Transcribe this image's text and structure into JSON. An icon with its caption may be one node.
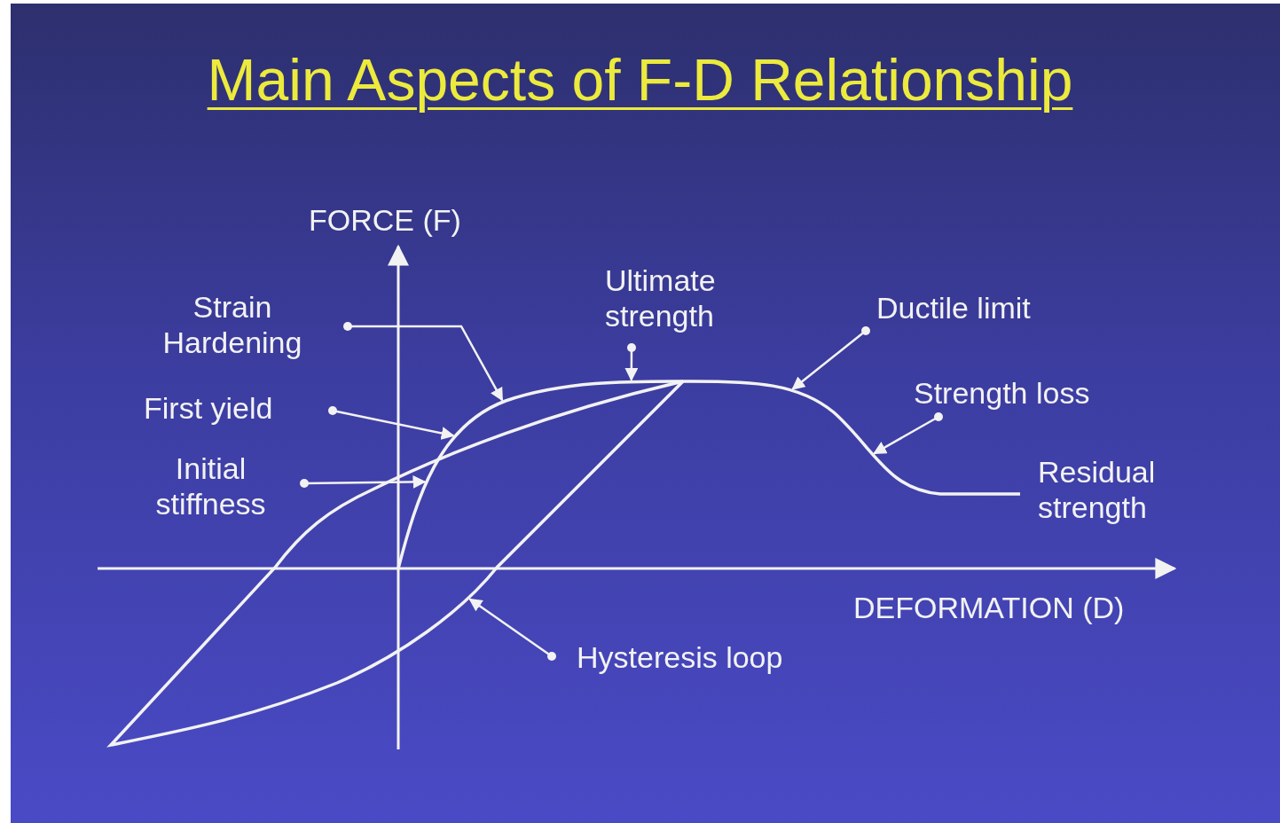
{
  "diagram": {
    "title": "Main Aspects of F-D Relationship",
    "nodes": [
      {
        "text": [
          "Strain Hardening"
        ]
      },
      {
        "text": [
          "First yield"
        ]
      },
      {
        "text": [
          "Initial stiffness"
        ]
      },
      {
        "text": [
          "Ultimate strength"
        ]
      },
      {
        "text": [
          "Ductile limit"
        ]
      },
      {
        "text": [
          "Strength loss"
        ]
      },
      {
        "text": [
          "Hysteresis loop"
        ]
      },
      {
        "text": [],
        "shape": "curve",
        "beside": [
          "Residual strength"
        ]
      },
      {
        "text": [],
        "shape": "curve"
      }
    ],
    "edges": [
      {
        "from": 0,
        "to": 7,
        "arrow": "to"
      },
      {
        "from": 1,
        "to": 7,
        "arrow": "to"
      },
      {
        "from": 2,
        "to": 7,
        "arrow": "to"
      },
      {
        "from": 3,
        "to": 7,
        "arrow": "to"
      },
      {
        "from": 4,
        "to": 7,
        "arrow": "to"
      },
      {
        "from": 5,
        "to": 7,
        "arrow": "to"
      },
      {
        "from": 6,
        "to": 8,
        "arrow": "to"
      }
    ],
    "labels": [
      "FORCE (F)",
      "DEFORMATION (D)"
    ]
  }
}
